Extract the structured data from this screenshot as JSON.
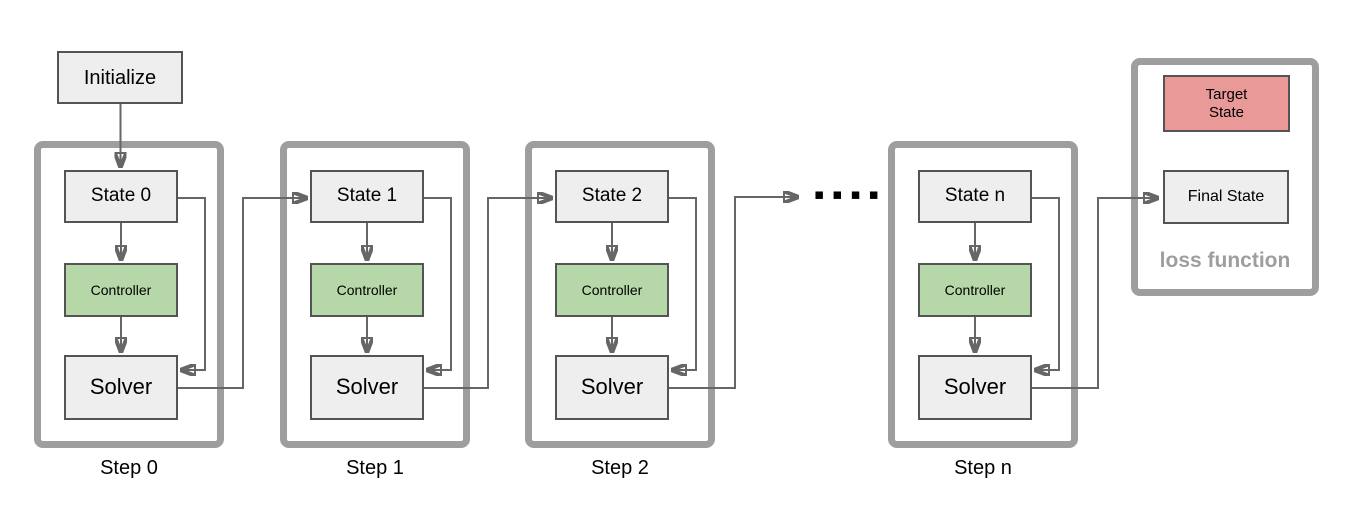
{
  "diagram": {
    "initialize_label": "Initialize",
    "ellipsis": "▪▪▪▪",
    "steps": [
      {
        "step_label": "Step 0",
        "state_label": "State 0",
        "controller_label": "Controller",
        "solver_label": "Solver"
      },
      {
        "step_label": "Step 1",
        "state_label": "State 1",
        "controller_label": "Controller",
        "solver_label": "Solver"
      },
      {
        "step_label": "Step 2",
        "state_label": "State 2",
        "controller_label": "Controller",
        "solver_label": "Solver"
      },
      {
        "step_label": "Step n",
        "state_label": "State n",
        "controller_label": "Controller",
        "solver_label": "Solver"
      }
    ],
    "loss_function": {
      "target_state_label": "Target State",
      "final_state_label": "Final State",
      "caption": "loss function"
    },
    "colors": {
      "box_fill": "#eeeeee",
      "box_border": "#545454",
      "controller_fill": "#b6d7a8",
      "target_state_fill": "#ea9999",
      "container_border": "#9e9e9e",
      "connector": "#666666",
      "caption_text": "#9e9e9e"
    }
  }
}
